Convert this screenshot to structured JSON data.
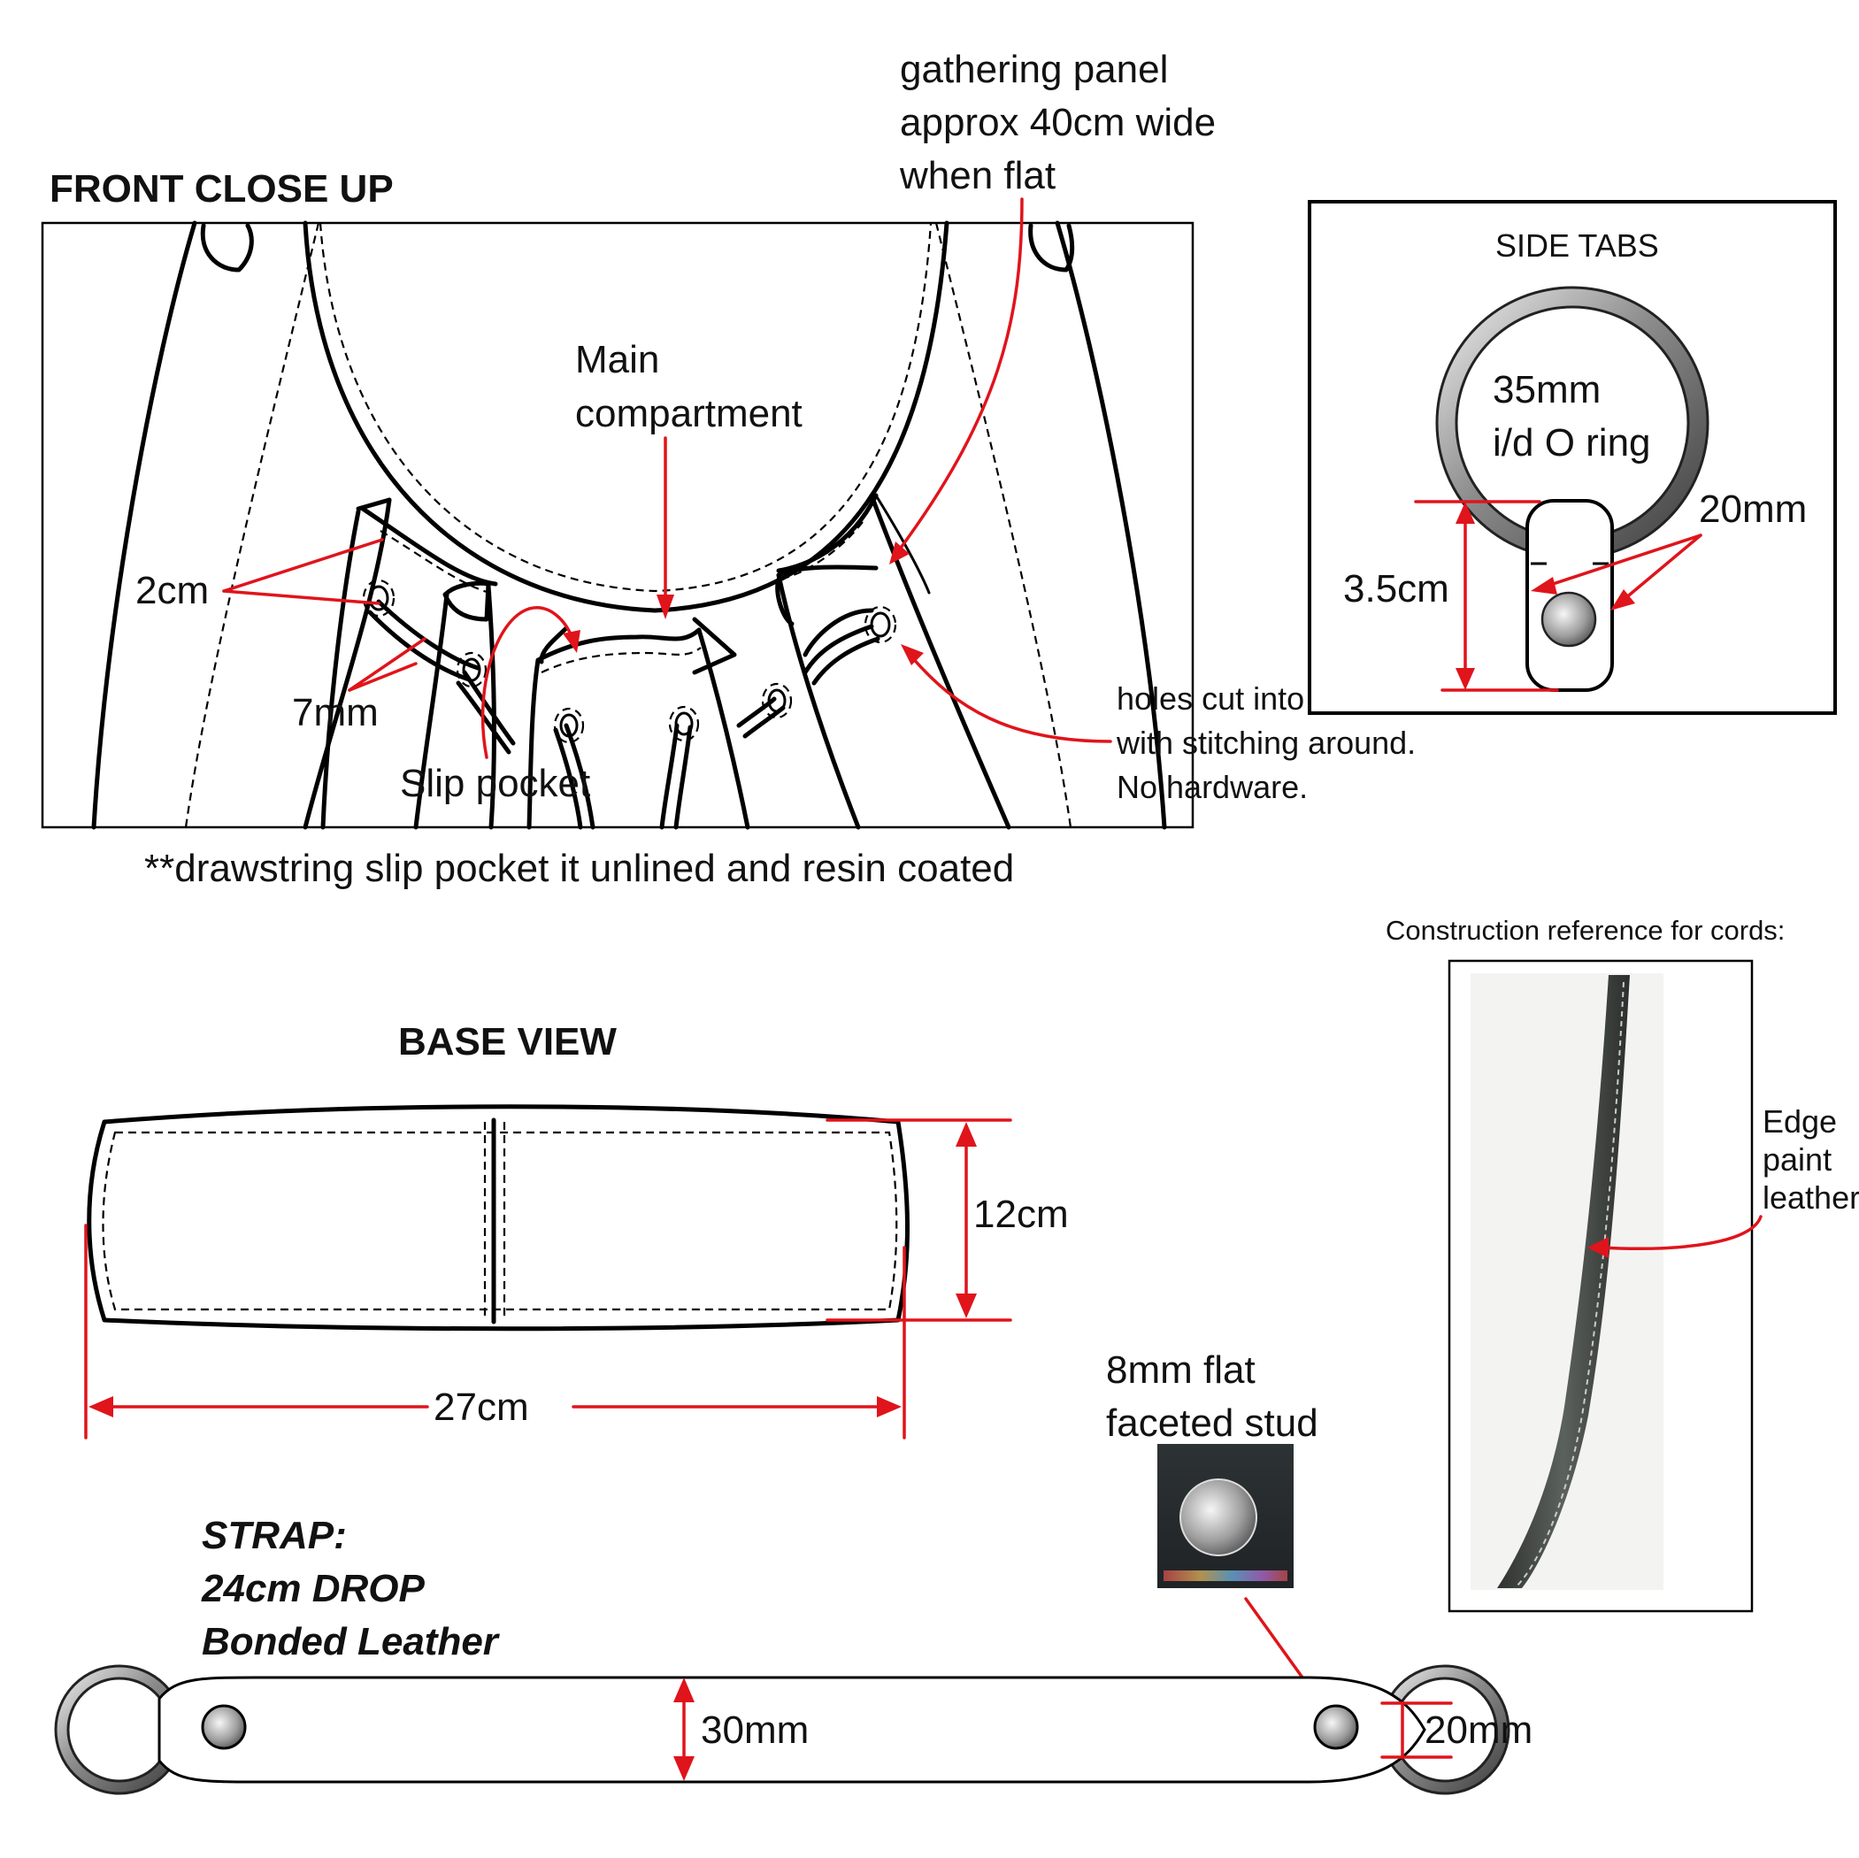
{
  "colors": {
    "annotation": "#e0141b",
    "ink": "#000000",
    "background": "#ffffff",
    "metal": "#9a9a9a"
  },
  "front": {
    "heading": "FRONT CLOSE UP",
    "gathering_panel": [
      "gathering panel",
      "approx 40cm wide",
      "when flat"
    ],
    "main_compartment": [
      "Main",
      "compartment"
    ],
    "label_2cm": "2cm",
    "label_7mm": "7mm",
    "slip_pocket": "Slip pocket",
    "holes_note": [
      "holes cut into leather,",
      "with stitching around.",
      "No hardware."
    ],
    "footnote": "**drawstring slip pocket it unlined and resin coated"
  },
  "side_tabs": {
    "heading": "SIDE TABS",
    "ring_label": [
      "35mm",
      "i/d O ring"
    ],
    "label_20mm": "20mm",
    "label_35cm": "3.5cm"
  },
  "cords": {
    "heading": "Construction reference for cords:",
    "edge_paint": [
      "Edge",
      "paint",
      "leather"
    ]
  },
  "base": {
    "heading": "BASE VIEW",
    "label_12cm": "12cm",
    "label_27cm": "27cm"
  },
  "stud": {
    "label": [
      "8mm flat",
      "faceted stud"
    ]
  },
  "strap": {
    "heading": [
      "STRAP:",
      "24cm DROP",
      "Bonded Leather"
    ],
    "label_30mm": "30mm",
    "label_20mm": "20mm"
  }
}
